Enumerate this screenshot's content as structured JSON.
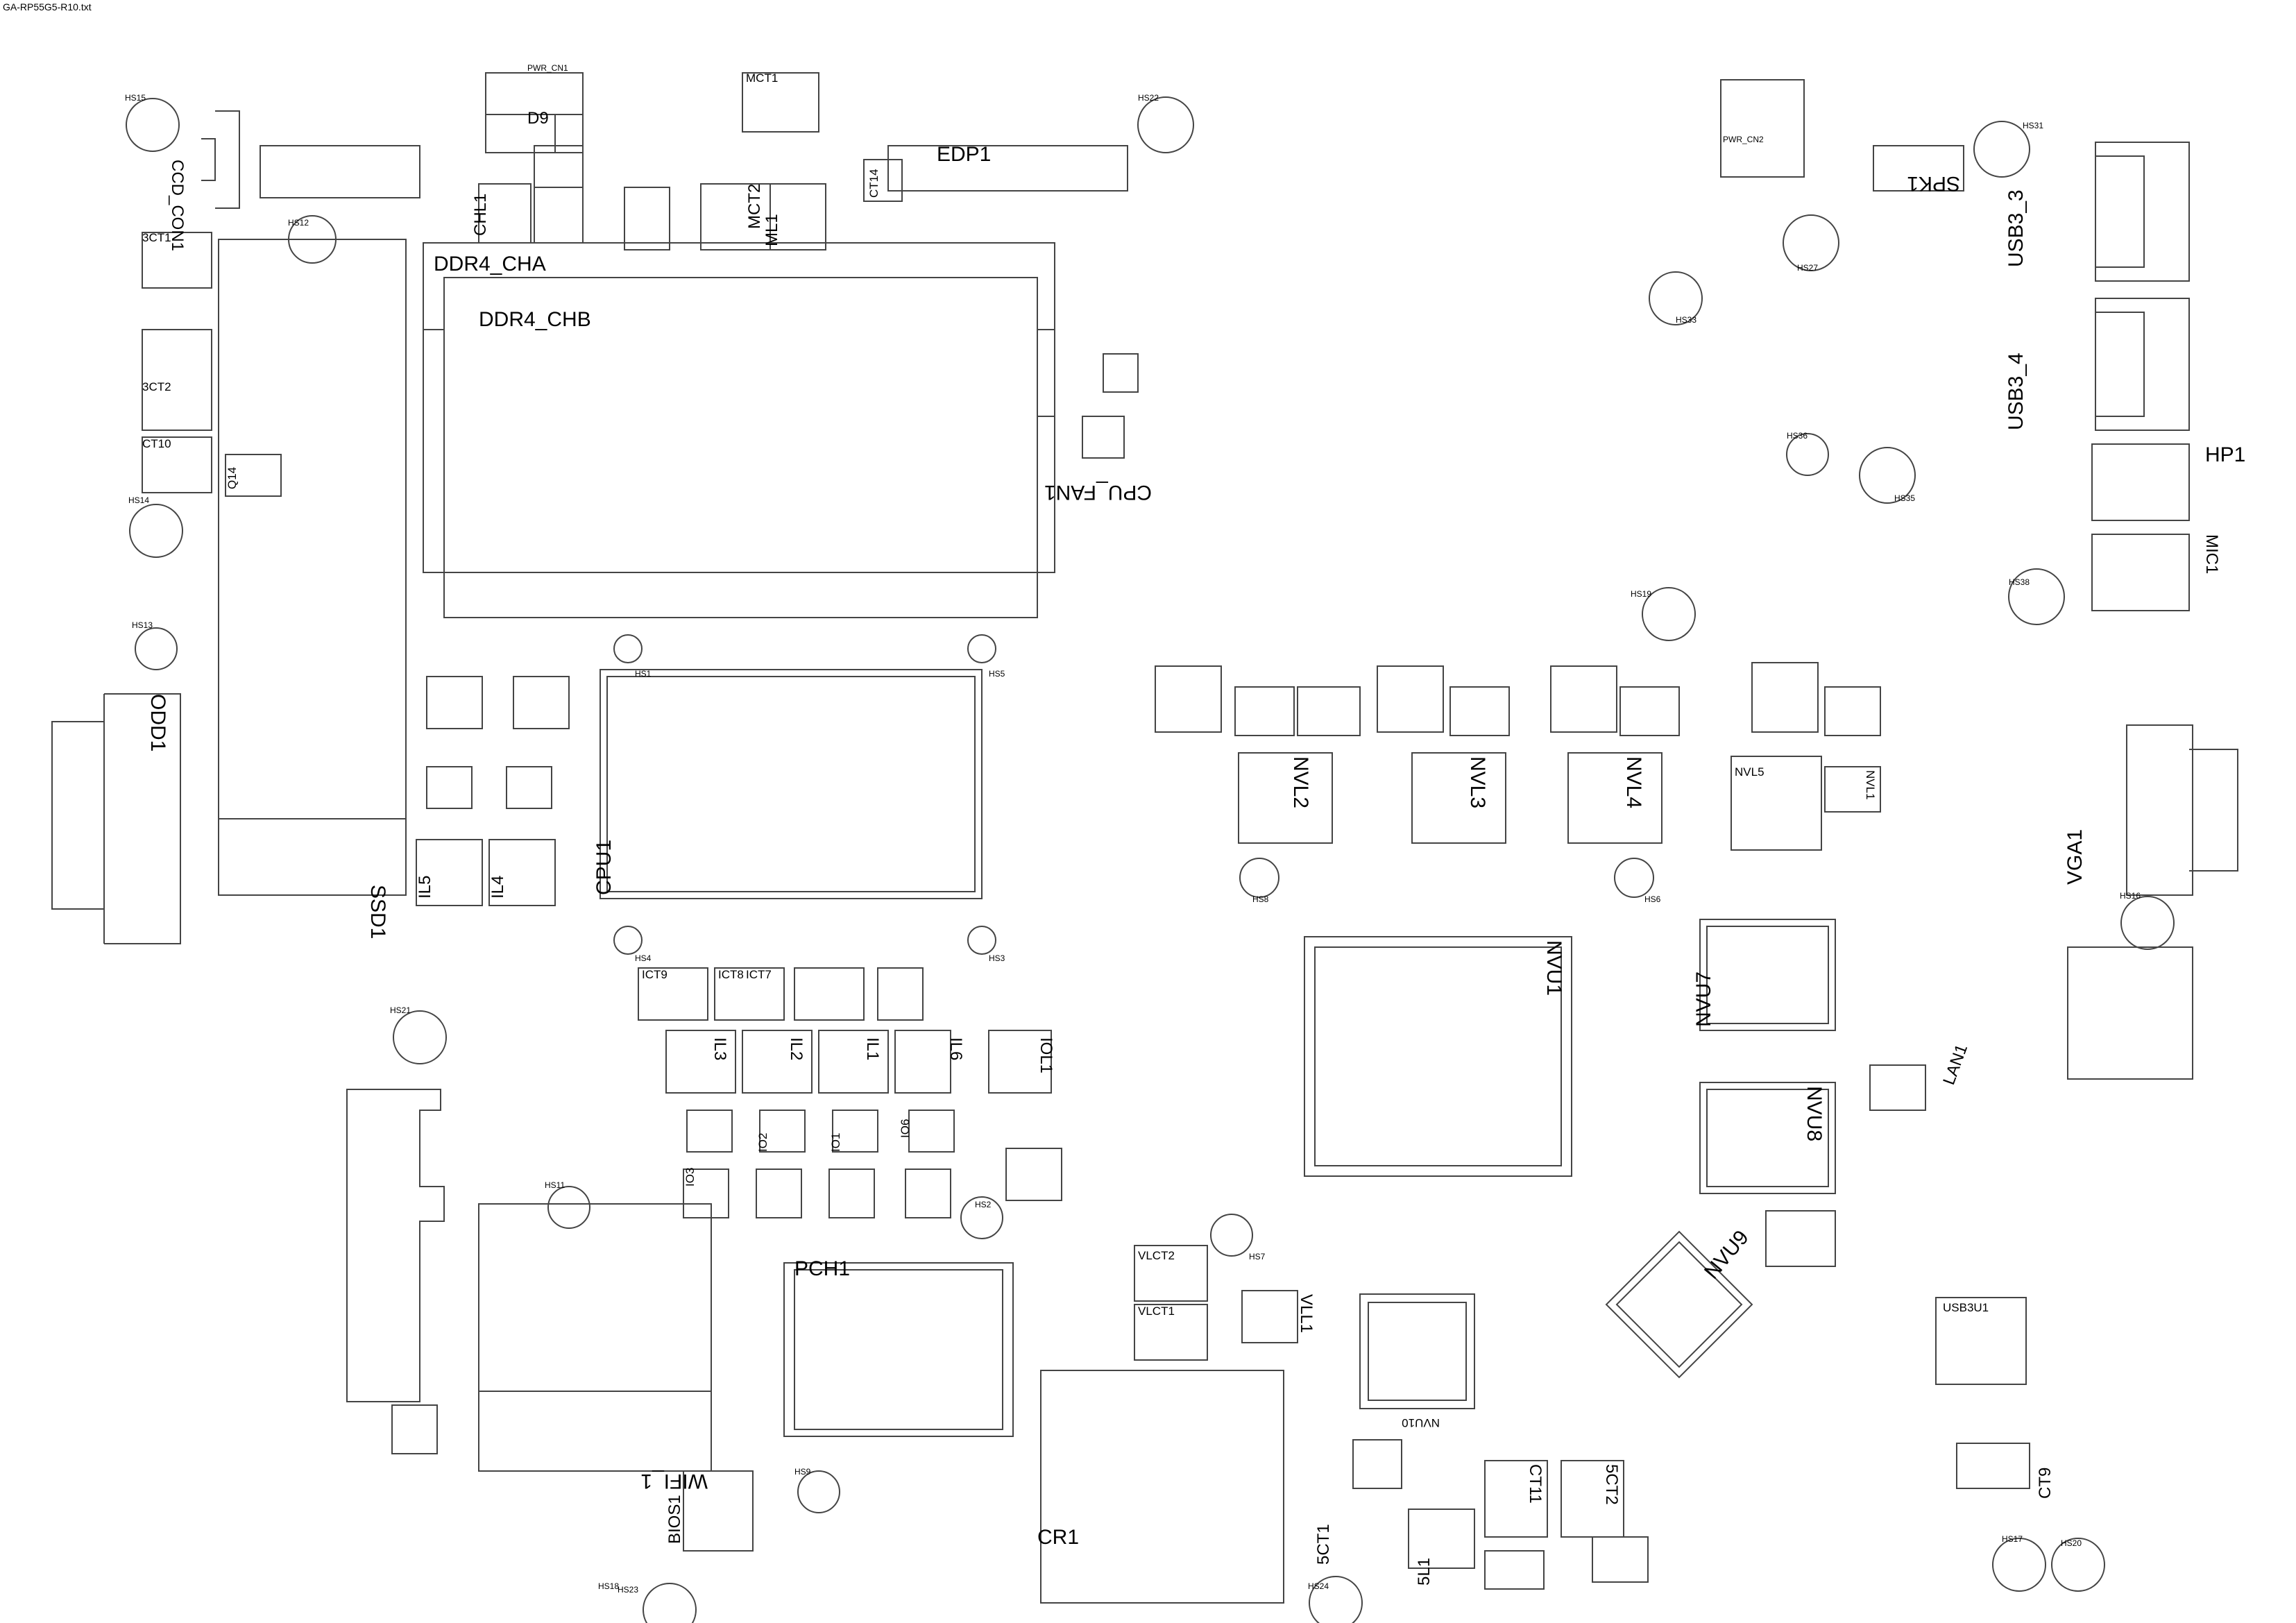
{
  "file_title": "GA-RP55G5-R10.txt",
  "labels": {
    "ddr4_cha": "DDR4_CHA",
    "ddr4_chb": "DDR4_CHB",
    "edp1": "EDP1",
    "cpu_fan1": "CPU_FAN1",
    "chl1": "CHL1",
    "mct1": "MCT1",
    "mct2": "MCT2",
    "ml1": "ML1",
    "d9": "D9",
    "pwr_cn1": "PWR_CN1",
    "ccd_con1": "CCD_CON1",
    "odd1": "ODD1",
    "ssd1": "SSD1",
    "cpu1": "CPU1",
    "il5": "IL5",
    "il4": "IL4",
    "il3": "IL3",
    "il2": "IL2",
    "il1": "IL1",
    "il6": "IL6",
    "iol1": "IOL1",
    "io2": "IO2",
    "io1": "IO1",
    "io3": "IO3",
    "io6": "IO6",
    "ict9": "ICT9",
    "ict8": "ICT8",
    "ict7": "ICT7",
    "pch1": "PCH1",
    "wifi1": "WIFI_1",
    "bios1": "BIOS1",
    "cr1": "CR1",
    "nvl1": "NVL1",
    "nvl2": "NVL2",
    "nvl3": "NVL3",
    "nvl4": "NVL4",
    "nvl5": "NVL5",
    "nvu1": "NVU1",
    "nvu7": "NVU7",
    "nvu8": "NVU8",
    "nvu9": "NVU9",
    "nvu10": "NVU10",
    "vga1": "VGA1",
    "lan1": "LAN1",
    "hp1": "HP1",
    "mic1": "MIC1",
    "spk1": "SPK1",
    "usb3_3": "USB3_3",
    "usb3_4": "USB3_4",
    "usb3u1": "USB3U1",
    "ct9": "CT9",
    "ct11": "CT11",
    "ct14": "CT14",
    "sct1": "5CT1",
    "sct2": "5CT2",
    "sl1": "5L1",
    "vll1": "VLL1",
    "vlct1": "VLCT1",
    "vlct2": "VLCT2",
    "pwr_cn2": "PWR_CN2",
    "ct1": "3CT1",
    "ct2": "3CT2",
    "ct10": "CT10",
    "q14": "Q14",
    "hs1": "HS1",
    "hs2": "HS2",
    "hs3": "HS3",
    "hs4": "HS4",
    "hs5": "HS5",
    "hs6": "HS6",
    "hs7": "HS7",
    "hs8": "HS8",
    "hs9": "HS9",
    "hs11": "HS11",
    "hs12": "HS12",
    "hs13": "HS13",
    "hs14": "HS14",
    "hs15": "HS15",
    "hs16": "HS16",
    "hs17": "HS17",
    "hs18": "HS18",
    "hs19": "HS19",
    "hs20": "HS20",
    "hs21": "HS21",
    "hs22": "HS22",
    "hs23": "HS23",
    "hs24": "HS24",
    "hs27": "HS27",
    "hs31": "HS31",
    "hs33": "HS33",
    "hs35": "HS35",
    "hs36": "HS36",
    "hs38": "HS38"
  }
}
